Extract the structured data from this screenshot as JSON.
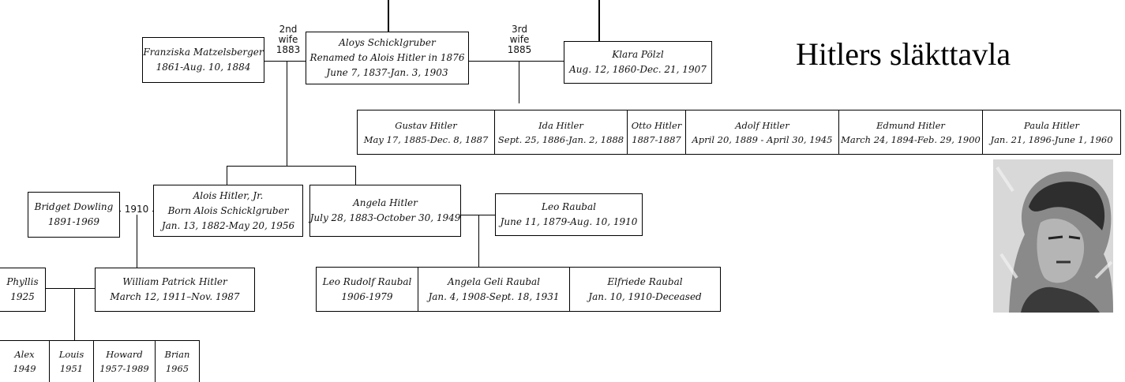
{
  "title": "Hitlers släkttavla",
  "marriages": {
    "second_wife": {
      "ordinal": "2nd",
      "word": "wife",
      "year": "1883"
    },
    "third_wife": {
      "ordinal": "3rd",
      "word": "wife",
      "year": "1885"
    },
    "bridget": {
      "year": "1910"
    }
  },
  "people": {
    "franziska": {
      "name": "Franziska Matzelsberger",
      "dates": "1861-Aug. 10, 1884"
    },
    "aloys": {
      "name": "Aloys Schicklgruber",
      "note": "Renamed to Alois Hitler in 1876",
      "dates": "June 7, 1837-Jan. 3, 1903"
    },
    "klara": {
      "name": "Klara Pölzl",
      "dates": "Aug. 12, 1860-Dec. 21, 1907"
    },
    "gustav": {
      "name": "Gustav Hitler",
      "dates": "May 17, 1885-Dec. 8, 1887"
    },
    "ida": {
      "name": "Ida Hitler",
      "dates": "Sept. 25, 1886-Jan. 2, 1888"
    },
    "otto": {
      "name": "Otto Hitler",
      "dates": "1887-1887"
    },
    "adolf": {
      "name": "Adolf Hitler",
      "dates": "April 20, 1889 - April 30, 1945"
    },
    "edmund": {
      "name": "Edmund Hitler",
      "dates": "March 24, 1894-Feb. 29, 1900"
    },
    "paula": {
      "name": "Paula Hitler",
      "dates": "Jan. 21, 1896-June 1, 1960"
    },
    "bridget": {
      "name": "Bridget Dowling",
      "dates": "1891-1969"
    },
    "alois_jr": {
      "name": "Alois Hitler, Jr.",
      "note": "Born Alois Schicklgruber",
      "dates": "Jan. 13, 1882-May 20, 1956"
    },
    "angela": {
      "name": "Angela Hitler",
      "dates": "July 28, 1883-October 30, 1949"
    },
    "leo": {
      "name": "Leo Raubal",
      "dates": "June 11, 1879-Aug. 10, 1910"
    },
    "phyllis": {
      "name": "Phyllis",
      "dates": "1925"
    },
    "william": {
      "name": "William Patrick Hitler",
      "dates": "March 12, 1911–Nov. 1987"
    },
    "leo_rudolf": {
      "name": "Leo Rudolf Raubal",
      "dates": "1906-1979"
    },
    "geli": {
      "name": "Angela Geli Raubal",
      "dates": "Jan. 4, 1908-Sept. 18, 1931"
    },
    "elfriede": {
      "name": "Elfriede Raubal",
      "dates": "Jan. 10, 1910-Deceased"
    },
    "alex": {
      "name": "Alex",
      "dates": "1949"
    },
    "louis": {
      "name": "Louis",
      "dates": "1951"
    },
    "howard": {
      "name": "Howard",
      "dates": "1957-1989"
    },
    "brian": {
      "name": "Brian",
      "dates": "1965"
    }
  }
}
